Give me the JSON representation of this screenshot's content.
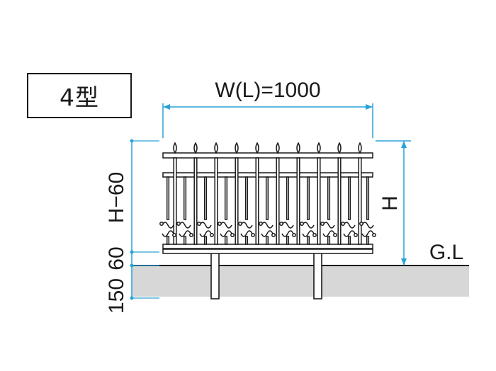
{
  "title": "4型",
  "dimensions": {
    "width": "W(L)=1000",
    "height": "H",
    "vertical_upper": "H−60",
    "vertical_middle": "60",
    "vertical_lower": "150",
    "ground_label": "G.L"
  },
  "colors": {
    "dimension_line": "#29a3d6",
    "ground_fill": "#d7d7d7",
    "fence_stroke": "#1a1a1a"
  }
}
